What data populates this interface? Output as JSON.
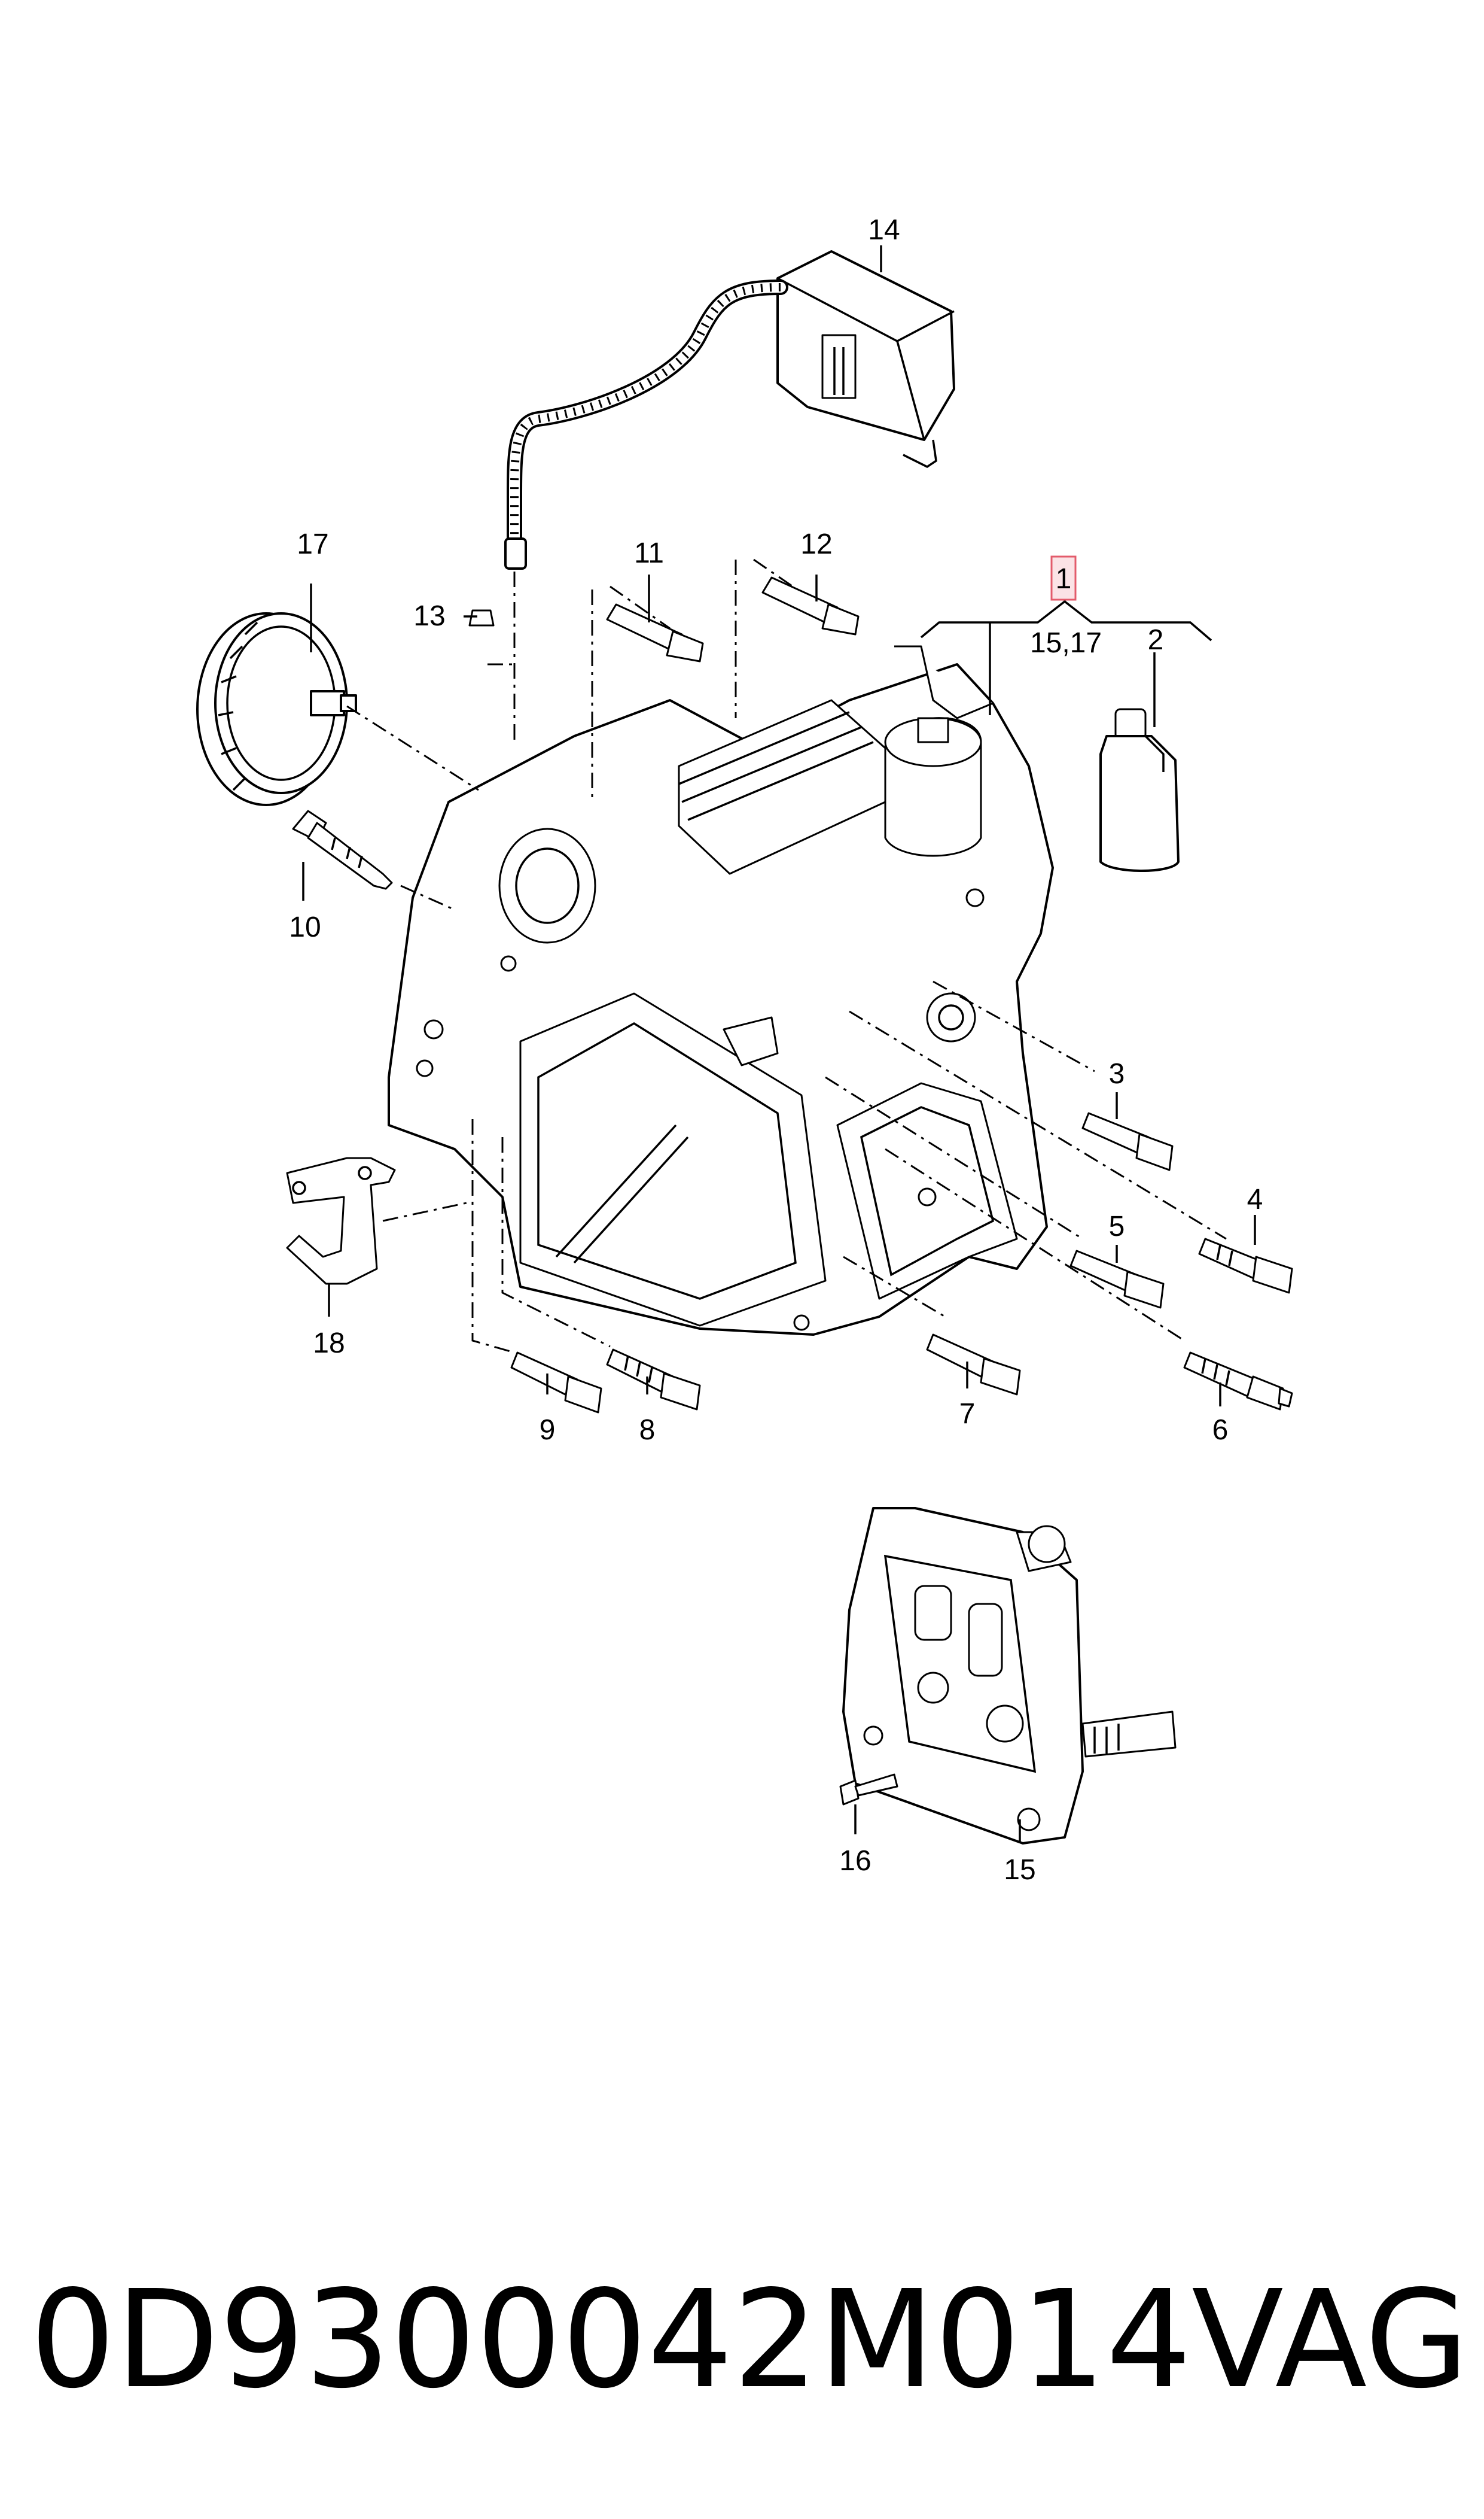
{
  "callouts": {
    "c1": "1",
    "c1_sub": "15,17",
    "c2": "2",
    "c3": "3",
    "c4": "4",
    "c5": "5",
    "c6": "6",
    "c7": "7",
    "c8": "8",
    "c9": "9",
    "c10": "10",
    "c11": "11",
    "c12": "12",
    "c13": "13",
    "c14": "14",
    "c15": "15",
    "c16": "16",
    "c17": "17",
    "c18": "18"
  },
  "highlight_color": "#e35b6b",
  "footer": {
    "part_number": "0D9300042M014",
    "brand": "VAG"
  }
}
